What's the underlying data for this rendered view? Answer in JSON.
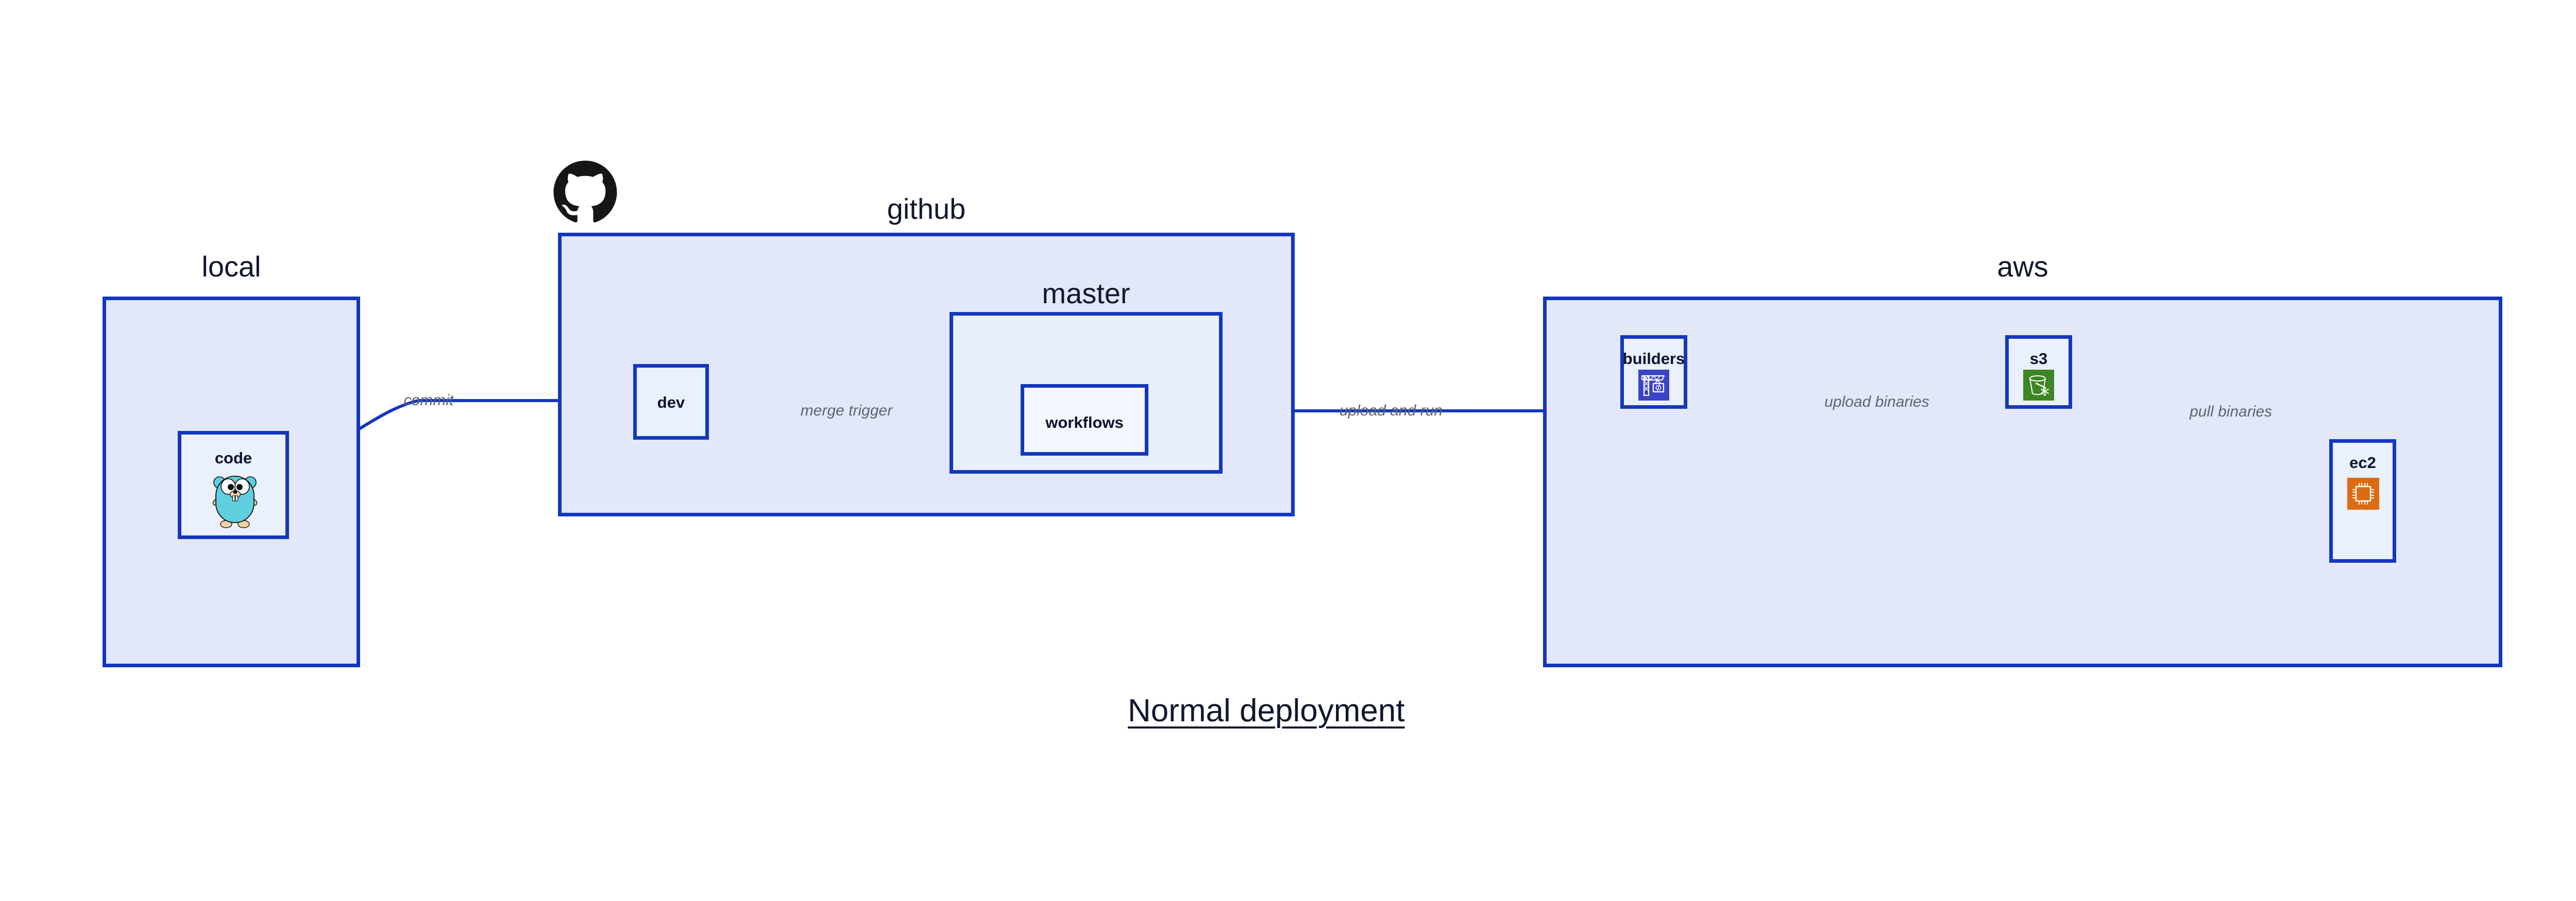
{
  "diagram": {
    "title": "Normal deployment",
    "background_color": "#ffffff",
    "border_color": "#1337bd",
    "group_fill": "#e2e7fa",
    "subgroup_fill": "#e9eefb",
    "leaf_fill": "#eaf0fc",
    "leaf_fill_pale": "#f4f7fd",
    "label_color": "#12172e",
    "edge_label_color": "#5f6472"
  },
  "groups": {
    "local": {
      "label": "local"
    },
    "github": {
      "label": "github"
    },
    "master": {
      "label": "master"
    },
    "aws": {
      "label": "aws"
    }
  },
  "nodes": {
    "code": {
      "label": "code",
      "icon": "go-gopher-icon"
    },
    "dev": {
      "label": "dev",
      "icon": null
    },
    "workflows": {
      "label": "workflows",
      "icon": null
    },
    "builders": {
      "label": "builders",
      "icon": "aws-builders-crane-icon",
      "icon_color": "#3a44c4"
    },
    "s3": {
      "label": "s3",
      "icon": "aws-s3-bucket-icon",
      "icon_color": "#3e8624"
    },
    "ec2": {
      "label": "ec2",
      "icon": "aws-ec2-chip-icon",
      "icon_color": "#dd6b10"
    }
  },
  "edges": [
    {
      "id": "commit",
      "label": "commit",
      "from": "code",
      "to": "dev"
    },
    {
      "id": "merge-trigger",
      "label": "merge trigger",
      "from": "dev",
      "to": "workflows"
    },
    {
      "id": "upload-and-run",
      "label": "upload and run",
      "from": "workflows",
      "to": "builders"
    },
    {
      "id": "upload-binaries",
      "label": "upload binaries",
      "from": "builders",
      "to": "s3"
    },
    {
      "id": "pull-binaries",
      "label": "pull binaries",
      "from": "s3",
      "to": "ec2"
    }
  ],
  "logos": {
    "github": {
      "name": "github-octocat-logo",
      "color": "#161614"
    }
  }
}
